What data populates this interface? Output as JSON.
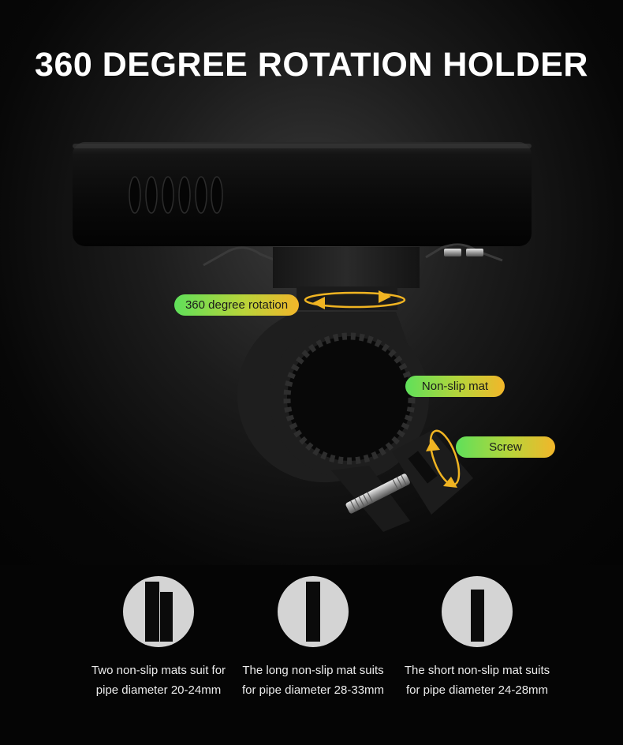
{
  "headline": "360 DEGREE ROTATION HOLDER",
  "callouts": {
    "rotation": "360 degree rotation",
    "mat": "Non-slip mat",
    "screw": "Screw"
  },
  "mat_options": [
    {
      "line1": "Two non-slip mats suit for",
      "line2": "pipe diameter 20-24mm"
    },
    {
      "line1": "The long non-slip mat suits",
      "line2": "for pipe diameter 28-33mm"
    },
    {
      "line1": "The short non-slip mat suits",
      "line2": "for pipe diameter 24-28mm"
    }
  ],
  "colors": {
    "callout_green": "#5fe05a",
    "callout_orange": "#f2b62a",
    "arrow_yellow": "#f0b422",
    "mat_circle": "#d4d4d4"
  }
}
